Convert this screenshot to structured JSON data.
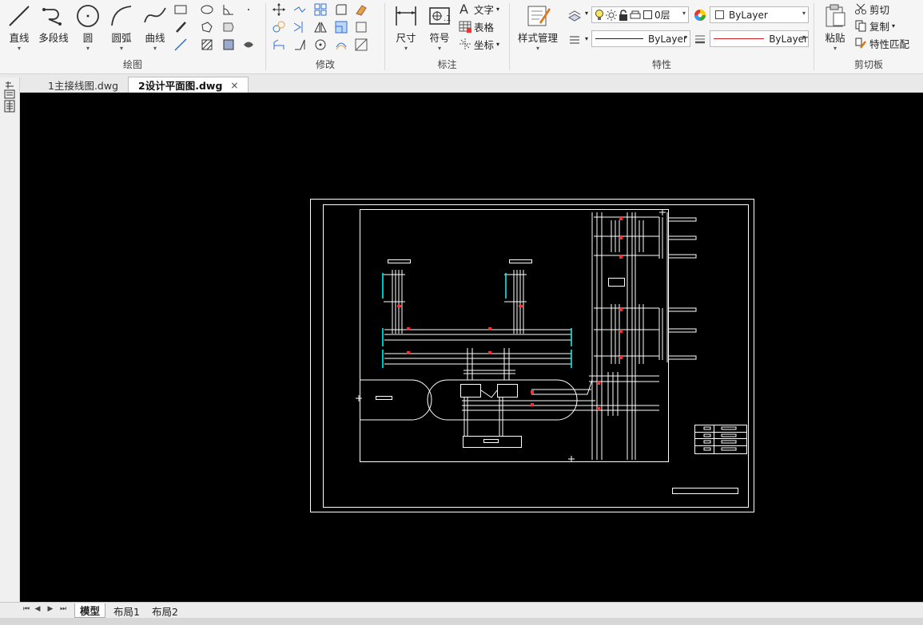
{
  "ribbon": {
    "draw": {
      "group_label": "绘图",
      "line": "直线",
      "polyline": "多段线",
      "circle": "圆",
      "arc": "圆弧",
      "curve": "曲线"
    },
    "modify": {
      "group_label": "修改"
    },
    "annotation": {
      "group_label": "标注",
      "dimension": "尺寸",
      "symbol": "符号",
      "text": "文字",
      "table": "表格",
      "coordinate": "坐标"
    },
    "properties": {
      "group_label": "特性",
      "style_manager": "样式管理",
      "layer_value": "0层",
      "color_value": "ByLayer",
      "linetype_value": "ByLayer",
      "lineweight_value": "ByLayer"
    },
    "clipboard": {
      "group_label": "剪切板",
      "paste": "粘贴",
      "cut": "剪切",
      "copy": "复制",
      "match_props": "特性匹配"
    }
  },
  "tabs": {
    "doc1": "1主接线图.dwg",
    "doc2": "2设计平面图.dwg",
    "close_glyph": "×"
  },
  "layout_tabs": [
    "模型",
    "布局1",
    "布局2"
  ],
  "colors": {
    "canvas_bg": "#000000",
    "drawing_line": "#ffffff",
    "accent_cyan": "#00ffff",
    "accent_red": "#ff3030",
    "linetype_red": "#d42020"
  }
}
